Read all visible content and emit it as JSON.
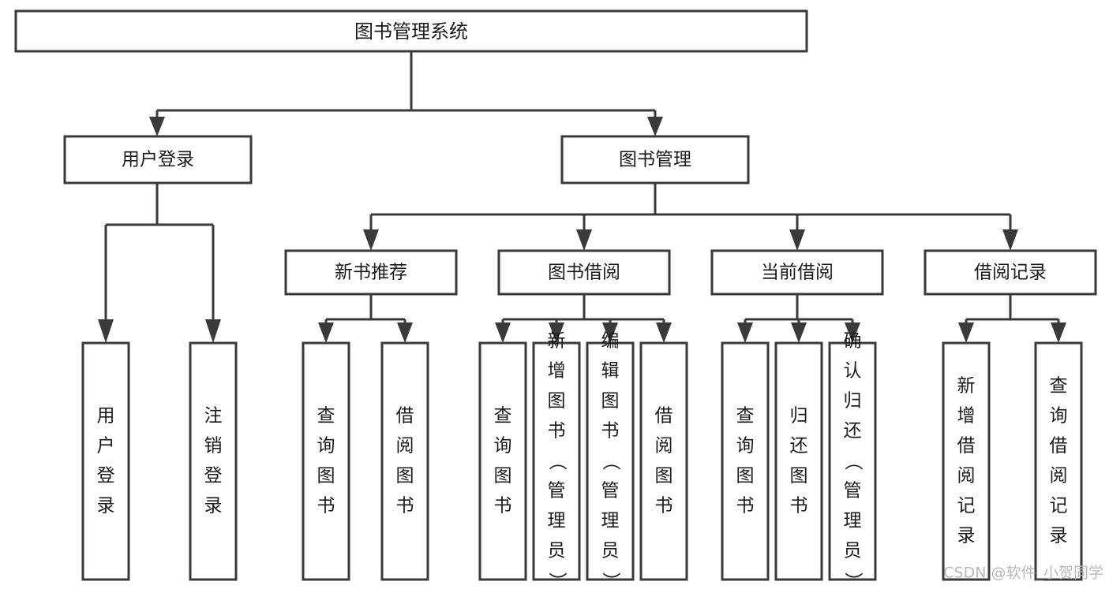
{
  "diagram": {
    "title": "图书管理系统",
    "type": "tree-hierarchy",
    "orientation": "top-down",
    "colors": {
      "box_fill": "#ffffff",
      "box_stroke": "#3a3a3a",
      "text": "#1a1a1a",
      "background": "#ffffff",
      "watermark": "#b9b9b9"
    }
  },
  "watermark": {
    "text": "CSDN @软件_小贺同学"
  },
  "nodes": {
    "root": {
      "label": "图书管理系统"
    },
    "level2": [
      {
        "label": "用户登录"
      },
      {
        "label": "图书管理"
      }
    ],
    "level3": [
      {
        "label": "新书推荐"
      },
      {
        "label": "图书借阅"
      },
      {
        "label": "当前借阅"
      },
      {
        "label": "借阅记录"
      }
    ],
    "leaves_user_login": [
      {
        "label": "用户登录"
      },
      {
        "label": "注销登录"
      }
    ],
    "leaves_new_book": [
      {
        "label": "查询图书"
      },
      {
        "label": "借阅图书"
      }
    ],
    "leaves_borrow": [
      {
        "label": "查询图书"
      },
      {
        "label": "新增图书（管理员）"
      },
      {
        "label": "编辑图书（管理员）"
      },
      {
        "label": "借阅图书"
      }
    ],
    "leaves_current": [
      {
        "label": "查询图书"
      },
      {
        "label": "归还图书"
      },
      {
        "label": "确认归还（管理员）"
      }
    ],
    "leaves_record": [
      {
        "label": "新增借阅记录"
      },
      {
        "label": "查询借阅记录"
      }
    ]
  },
  "chart_data": {
    "type": "tree",
    "title": "图书管理系统",
    "tree": {
      "name": "图书管理系统",
      "children": [
        {
          "name": "用户登录",
          "children": [
            {
              "name": "用户登录"
            },
            {
              "name": "注销登录"
            }
          ]
        },
        {
          "name": "图书管理",
          "children": [
            {
              "name": "新书推荐",
              "children": [
                {
                  "name": "查询图书"
                },
                {
                  "name": "借阅图书"
                }
              ]
            },
            {
              "name": "图书借阅",
              "children": [
                {
                  "name": "查询图书"
                },
                {
                  "name": "新增图书（管理员）"
                },
                {
                  "name": "编辑图书（管理员）"
                },
                {
                  "name": "借阅图书"
                }
              ]
            },
            {
              "name": "当前借阅",
              "children": [
                {
                  "name": "查询图书"
                },
                {
                  "name": "归还图书"
                },
                {
                  "name": "确认归还（管理员）"
                }
              ]
            },
            {
              "name": "借阅记录",
              "children": [
                {
                  "name": "新增借阅记录"
                },
                {
                  "name": "查询借阅记录"
                }
              ]
            }
          ]
        }
      ]
    }
  }
}
